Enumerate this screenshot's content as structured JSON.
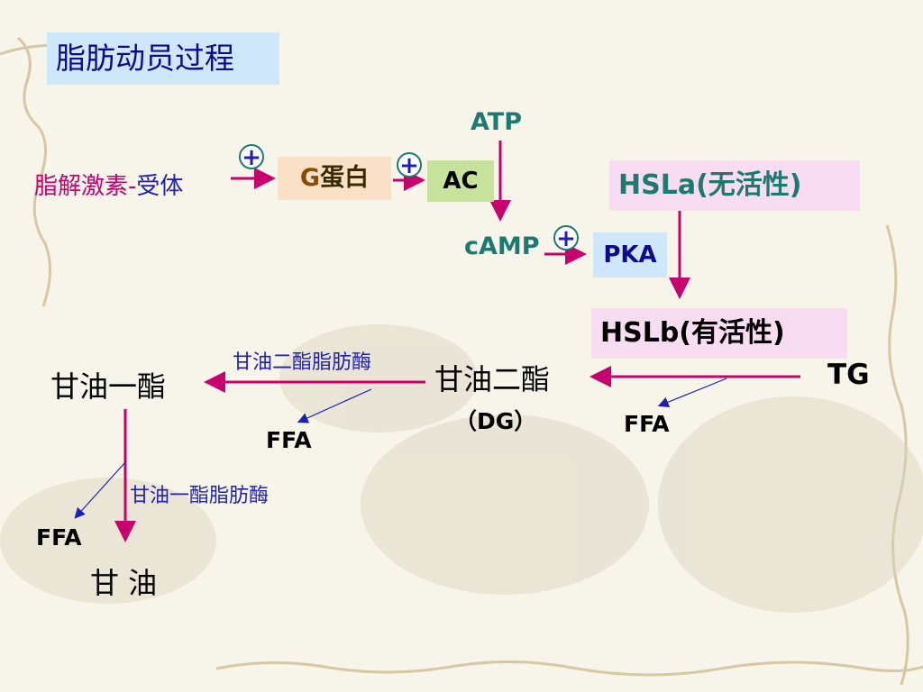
{
  "title": "脂肪动员过程",
  "hormone_receptor": {
    "hormone": "脂解激素",
    "dash": "-",
    "receptor": "受体"
  },
  "g_protein": {
    "g": "G",
    "rest": "蛋白"
  },
  "ac": "AC",
  "atp": "ATP",
  "camp": "cAMP",
  "pka": "PKA",
  "hsla": "HSLa(无活性)",
  "hslb": "HSLb(有活性)",
  "plus_sign": "+",
  "tg": "TG",
  "dg": "甘油二酯",
  "dg_abbr": "（DG）",
  "mg": "甘油一酯",
  "glycerol": "甘 油",
  "ffa": "FFA",
  "enzyme_dg": "甘油二酯脂肪酶",
  "enzyme_mg": "甘油一酯脂肪酶",
  "colors": {
    "arrow_main": "#c8006e",
    "arrow_minor": "#1f1fb8",
    "teal_text": "#1d7a70",
    "navy_text": "#0b0b8c"
  }
}
